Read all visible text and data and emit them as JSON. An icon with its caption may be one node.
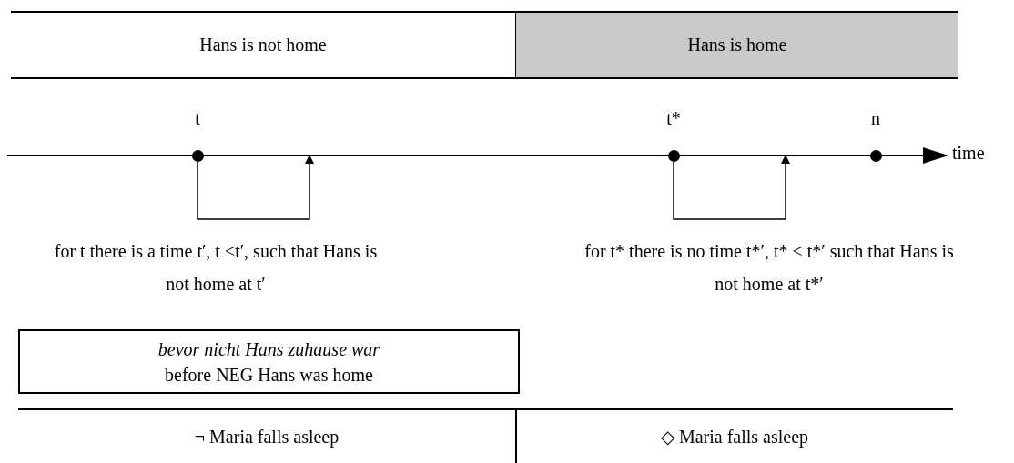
{
  "diagram": {
    "nodes": [
      {
        "text": [
          "Hans is not home"
        ]
      },
      {
        "text": [
          "Hans is home"
        ]
      },
      {
        "text": [],
        "shape": "circle",
        "beside": [
          "t"
        ]
      },
      {
        "text": [],
        "shape": "circle",
        "beside": [
          "t*"
        ]
      },
      {
        "text": [],
        "shape": "circle",
        "beside": [
          "n"
        ]
      },
      {
        "text": [
          "bevor nicht Hans zuhause war",
          "before NEG Hans was home"
        ]
      },
      {
        "text": [
          "¬ Maria falls asleep"
        ]
      },
      {
        "text": [
          "◇ Maria falls asleep"
        ]
      }
    ],
    "edges": [
      {
        "from": 2,
        "to": null,
        "arrow": "to"
      },
      {
        "from": 3,
        "to": null,
        "arrow": "to"
      }
    ],
    "labels": [
      "time",
      "for t there is a time t′, t <t′, such that Hans is not home at t′",
      "for t* there is no time t*′, t* < t*′ such that Hans is not home at t*′"
    ]
  }
}
